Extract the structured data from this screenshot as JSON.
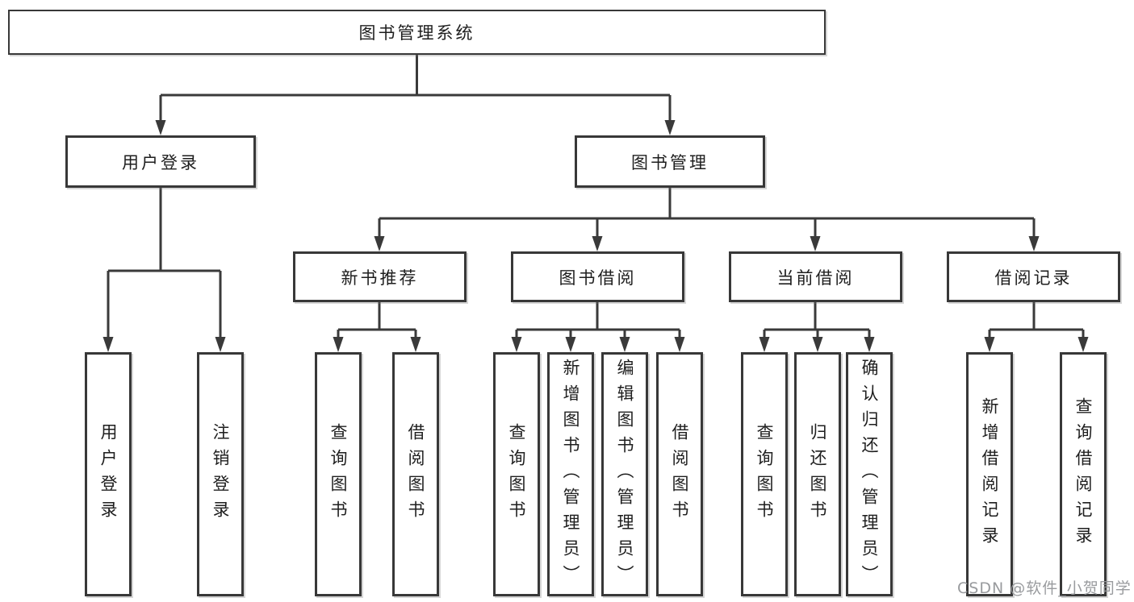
{
  "tree": {
    "root": {
      "label": "图书管理系统",
      "children": [
        {
          "label": "用户登录",
          "children": [
            {
              "label": "用户登录"
            },
            {
              "label": "注销登录"
            }
          ]
        },
        {
          "label": "图书管理",
          "children": [
            {
              "label": "新书推荐",
              "children": [
                {
                  "label": "查询图书"
                },
                {
                  "label": "借阅图书"
                }
              ]
            },
            {
              "label": "图书借阅",
              "children": [
                {
                  "label": "查询图书"
                },
                {
                  "label": "新增图书（管理员）"
                },
                {
                  "label": "编辑图书（管理员）"
                },
                {
                  "label": "借阅图书"
                }
              ]
            },
            {
              "label": "当前借阅",
              "children": [
                {
                  "label": "查询图书"
                },
                {
                  "label": "归还图书"
                },
                {
                  "label": "确认归还（管理员）"
                }
              ]
            },
            {
              "label": "借阅记录",
              "children": [
                {
                  "label": "新增借阅记录"
                },
                {
                  "label": "查询借阅记录"
                }
              ]
            }
          ]
        }
      ]
    }
  },
  "watermark": {
    "text": "CSDN @软件_小贺同学"
  },
  "colors": {
    "background": "#ffffff",
    "line": "#3a3a3a",
    "box_border": "#383838",
    "text": "#1e1e1e",
    "watermark": "#949699"
  }
}
